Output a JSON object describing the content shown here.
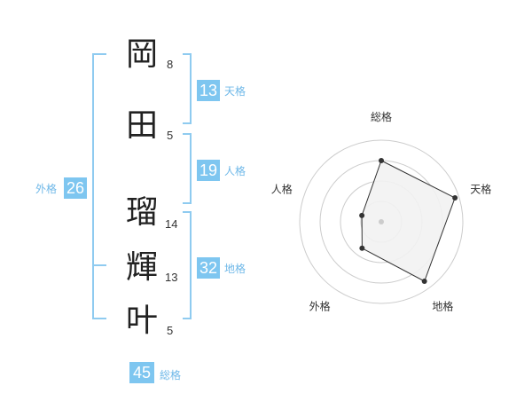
{
  "name_chart": {
    "characters": [
      {
        "char": "岡",
        "strokes": "8"
      },
      {
        "char": "田",
        "strokes": "5"
      },
      {
        "char": "瑠",
        "strokes": "14"
      },
      {
        "char": "輝",
        "strokes": "13"
      },
      {
        "char": "叶",
        "strokes": "5"
      }
    ],
    "scores": {
      "tenkaku": {
        "value": "13",
        "label": "天格"
      },
      "jinkaku": {
        "value": "19",
        "label": "人格"
      },
      "chikaku": {
        "value": "32",
        "label": "地格"
      },
      "gaikaku": {
        "value": "26",
        "label": "外格"
      },
      "soukaku": {
        "value": "45",
        "label": "総格"
      }
    },
    "accent_color": "#7ec6f0"
  },
  "chart_data": {
    "type": "radar",
    "axes": [
      "総格",
      "天格",
      "地格",
      "外格",
      "人格"
    ],
    "values": [
      0.75,
      0.95,
      0.9,
      0.4,
      0.25
    ],
    "rings": 4,
    "range": [
      0,
      1
    ],
    "grid": true,
    "fill_color": "#f2f2f2",
    "line_color": "#333333"
  }
}
